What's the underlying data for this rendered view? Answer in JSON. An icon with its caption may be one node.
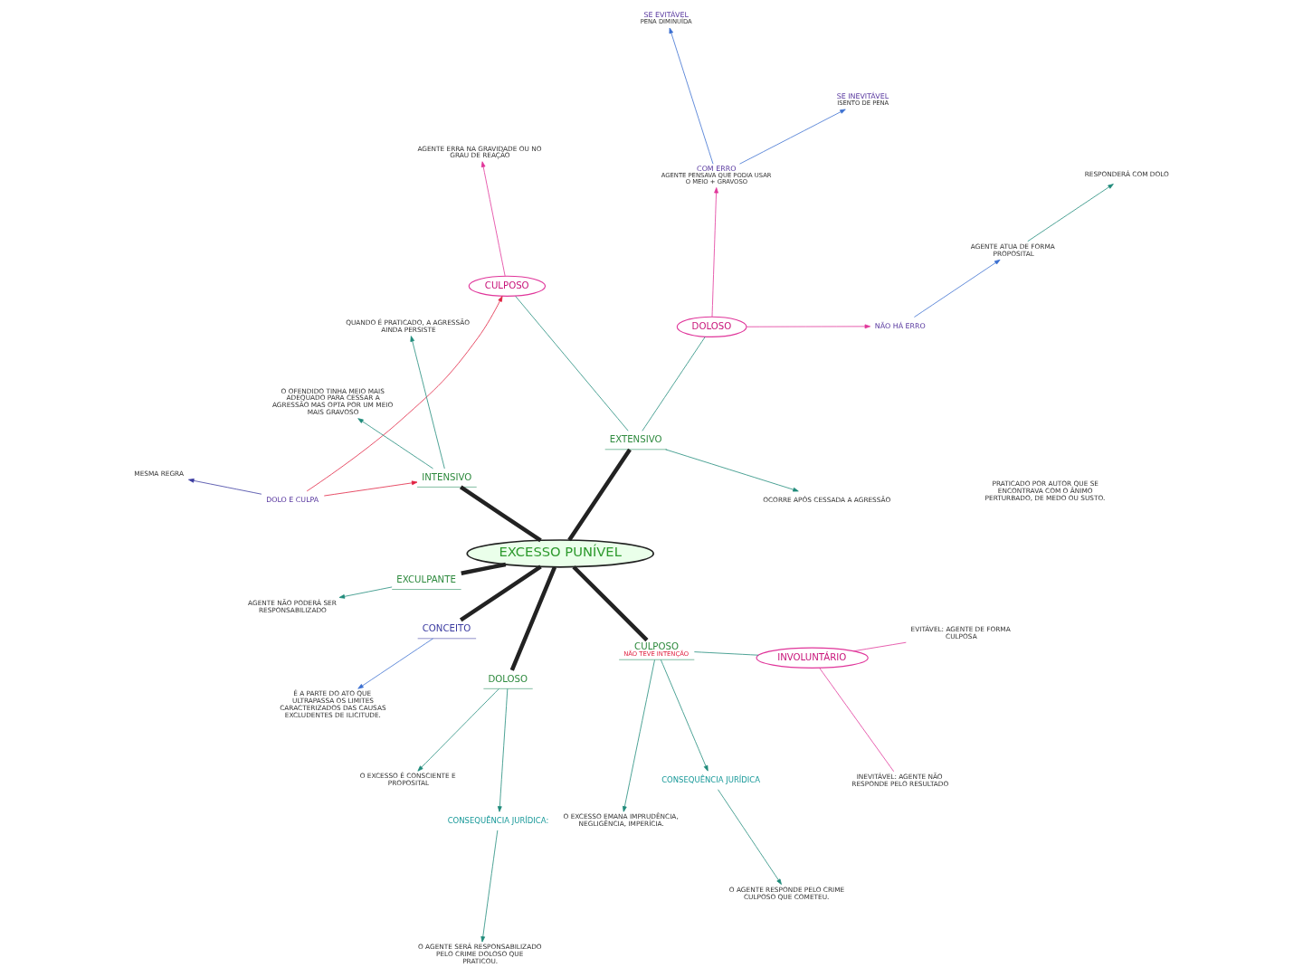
{
  "diagram": {
    "nodes": [
      {
        "text": [
          "EXCESSO PUNÍVEL"
        ]
      },
      {
        "text": [
          "EXTENSIVO"
        ]
      },
      {
        "text": [
          "OCORRE APÓS CESSADA A AGRESSÃO"
        ]
      },
      {
        "text": [
          "DOLOSO"
        ]
      },
      {
        "text": [
          "NÃO HÁ ERRO"
        ]
      },
      {
        "text": [
          "AGENTE ATUA DE FORMA PROPOSITAL"
        ]
      },
      {
        "text": [
          "RESPONDERÁ COM DOLO"
        ]
      },
      {
        "text": [
          "COM ERRO",
          "AGENTE PENSAVA QUE PODIA USAR O MEIO + GRAVOSO"
        ]
      },
      {
        "text": [
          "SE INEVITÁVEL",
          "ISENTO DE PENA"
        ]
      },
      {
        "text": [
          "SE EVITÁVEL",
          "PENA DIMINUÍDA"
        ]
      },
      {
        "text": [
          "CULPOSO"
        ]
      },
      {
        "text": [
          "AGENTE ERRA NA GRAVIDADE OU NO GRAU DE REAÇÃO"
        ]
      },
      {
        "text": [
          "DOLO E CULPA"
        ]
      },
      {
        "text": [
          "MESMA REGRA"
        ]
      },
      {
        "text": [
          "INTENSIVO"
        ]
      },
      {
        "text": [
          "QUANDO É PRATICADO, A AGRESSÃO AINDA PERSISTE"
        ]
      },
      {
        "text": [
          "O OFENDIDO TINHA MEIO MAIS ADEQUADO PARA CESSAR A AGRESSÃO MAS OPTA POR UM MEIO MAIS GRAVOSO"
        ]
      },
      {
        "text": [
          "EXCULPANTE"
        ]
      },
      {
        "text": [
          "AGENTE NÃO PODERÁ SER RESPONSABILIZADO"
        ]
      },
      {
        "text": [
          "PRATICADO POR AUTOR QUE SE ENCONTRAVA COM O ÂNIMO PERTURBADO, DE MEDO OU SUSTO."
        ]
      },
      {
        "text": [
          "CONCEITO"
        ]
      },
      {
        "text": [
          "É A PARTE DO ATO QUE ULTRAPASSA OS LIMITES CARACTERIZADOS DAS CAUSAS EXCLUDENTES DE ILICITUDE."
        ]
      },
      {
        "text": [
          "DOLOSO"
        ]
      },
      {
        "text": [
          "O EXCESSO É CONSCIENTE E PROPOSITAL"
        ]
      },
      {
        "text": [
          "CONSEQUÊNCIA JURÍDICA:"
        ]
      },
      {
        "text": [
          "O AGENTE SERÁ RESPONSABILIZADO PELO CRIME DOLOSO QUE PRATICOU."
        ]
      },
      {
        "text": [
          "CULPOSO",
          "NÃO TEVE INTENÇÃO"
        ]
      },
      {
        "text": [
          "O EXCESSO EMANA IMPRUDÊNCIA, NEGLIGÊNCIA, IMPERÍCIA."
        ]
      },
      {
        "text": [
          "CONSEQUÊNCIA JURÍDICA"
        ]
      },
      {
        "text": [
          "O AGENTE RESPONDE PELO CRIME CULPOSO QUE COMETEU."
        ]
      },
      {
        "text": [
          "INVOLUNTÁRIO"
        ]
      },
      {
        "text": [
          "INEVITÁVEL: AGENTE NÃO RESPONDE PELO RESULTADO"
        ]
      },
      {
        "text": [
          "EVITÁVEL: AGENTE DE FORMA CULPOSA"
        ]
      }
    ],
    "edges": [
      {
        "from": 0,
        "to": 1,
        "arrow": "none",
        "style": "thick",
        "color": "#222222"
      },
      {
        "from": 0,
        "to": 14,
        "arrow": "none",
        "style": "thick",
        "color": "#222222"
      },
      {
        "from": 0,
        "to": 17,
        "arrow": "none",
        "style": "thick",
        "color": "#222222"
      },
      {
        "from": 0,
        "to": 20,
        "arrow": "none",
        "style": "thick",
        "color": "#222222"
      },
      {
        "from": 0,
        "to": 22,
        "arrow": "none",
        "style": "thick",
        "color": "#222222"
      },
      {
        "from": 0,
        "to": 26,
        "arrow": "none",
        "style": "thick",
        "color": "#222222"
      },
      {
        "from": 1,
        "to": 2,
        "arrow": "to"
      },
      {
        "from": 1,
        "to": 3,
        "arrow": "none"
      },
      {
        "from": 1,
        "to": 10,
        "arrow": "none"
      },
      {
        "from": 3,
        "to": 4,
        "arrow": "to",
        "color": "#e0359a"
      },
      {
        "from": 4,
        "to": 5,
        "arrow": "to",
        "color": "#3a6fd0"
      },
      {
        "from": 5,
        "to": 6,
        "arrow": "to"
      },
      {
        "from": 3,
        "to": 7,
        "arrow": "to",
        "color": "#e0359a"
      },
      {
        "from": 7,
        "to": 8,
        "arrow": "to",
        "color": "#3a6fd0"
      },
      {
        "from": 7,
        "to": 9,
        "arrow": "to",
        "color": "#3a6fd0"
      },
      {
        "from": 10,
        "to": 11,
        "arrow": "to",
        "color": "#e0359a"
      },
      {
        "from": 12,
        "to": 13,
        "arrow": "to",
        "color": "#3a3aa0"
      },
      {
        "from": 12,
        "to": 10,
        "arrow": "to",
        "color": "#e02040"
      },
      {
        "from": 12,
        "to": 14,
        "arrow": "to",
        "color": "#e02040"
      },
      {
        "from": 14,
        "to": 15,
        "arrow": "to"
      },
      {
        "from": 14,
        "to": 16,
        "arrow": "to"
      },
      {
        "from": 17,
        "to": 18,
        "arrow": "to"
      },
      {
        "from": 20,
        "to": 21,
        "arrow": "to",
        "color": "#3a6fd0"
      },
      {
        "from": 22,
        "to": 23,
        "arrow": "to"
      },
      {
        "from": 22,
        "to": 24,
        "arrow": "to"
      },
      {
        "from": 24,
        "to": 25,
        "arrow": "to"
      },
      {
        "from": 26,
        "to": 27,
        "arrow": "to"
      },
      {
        "from": 26,
        "to": 28,
        "arrow": "to"
      },
      {
        "from": 28,
        "to": 29,
        "arrow": "to"
      },
      {
        "from": 26,
        "to": 30,
        "arrow": "none"
      },
      {
        "from": 30,
        "to": 31,
        "arrow": "none",
        "color": "#e0359a"
      },
      {
        "from": 30,
        "to": 32,
        "arrow": "none",
        "color": "#e0359a"
      }
    ]
  }
}
